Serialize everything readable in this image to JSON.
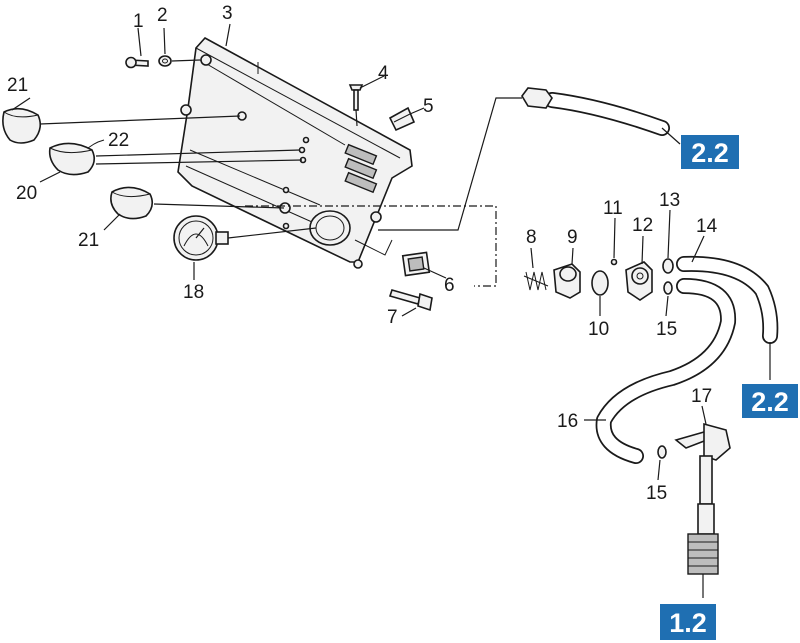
{
  "callouts": {
    "c1": "1",
    "c2": "2",
    "c3": "3",
    "c4": "4",
    "c5": "5",
    "c6": "6",
    "c7": "7",
    "c8": "8",
    "c9": "9",
    "c10": "10",
    "c11": "11",
    "c12": "12",
    "c13": "13",
    "c14": "14",
    "c15a": "15",
    "c15b": "15",
    "c16": "16",
    "c17": "17",
    "c18": "18",
    "c20": "20",
    "c21a": "21",
    "c21b": "21",
    "c22": "22"
  },
  "refs": {
    "top": "2.2",
    "right": "2.2",
    "bottom": "1.2"
  },
  "colors": {
    "ref_box": "#1f6fb2",
    "line": "#1a1a1a",
    "part_fill": "#f2f2f2"
  }
}
